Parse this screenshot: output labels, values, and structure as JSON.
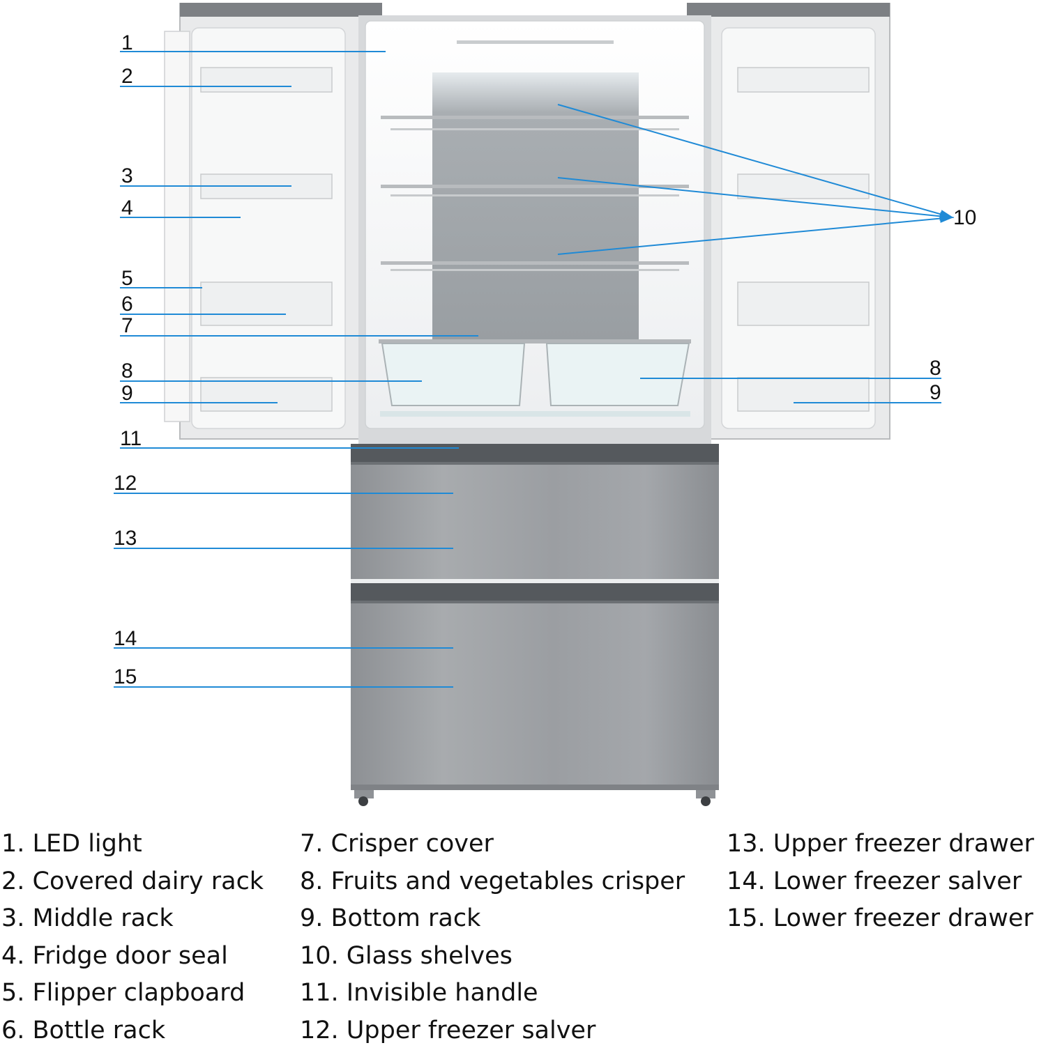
{
  "callouts": {
    "c1": "1",
    "c2": "2",
    "c3": "3",
    "c4": "4",
    "c5": "5",
    "c6": "6",
    "c7": "7",
    "c8": "8",
    "c9": "9",
    "c10": "10",
    "c11": "11",
    "c12": "12",
    "c13": "13",
    "c14": "14",
    "c15": "15",
    "c8r": "8",
    "c9r": "9"
  },
  "legend": {
    "col1": [
      "1. LED light",
      "2. Covered dairy rack",
      "3. Middle rack",
      "4. Fridge door seal",
      "5. Flipper clapboard",
      "6. Bottle rack"
    ],
    "col2": [
      "7. Crisper cover",
      "8. Fruits and vegetables crisper",
      "9. Bottom rack",
      "10. Glass shelves",
      "11. Invisible handle",
      "12. Upper freezer salver"
    ],
    "col3": [
      "13. Upper freezer drawer",
      "14. Lower freezer salver",
      "15. Lower freezer drawer"
    ]
  },
  "colors": {
    "leader_line": "#1f8ad6",
    "stainless": "#9a9da1",
    "interior": "#f2f3f4",
    "text": "#111111"
  }
}
